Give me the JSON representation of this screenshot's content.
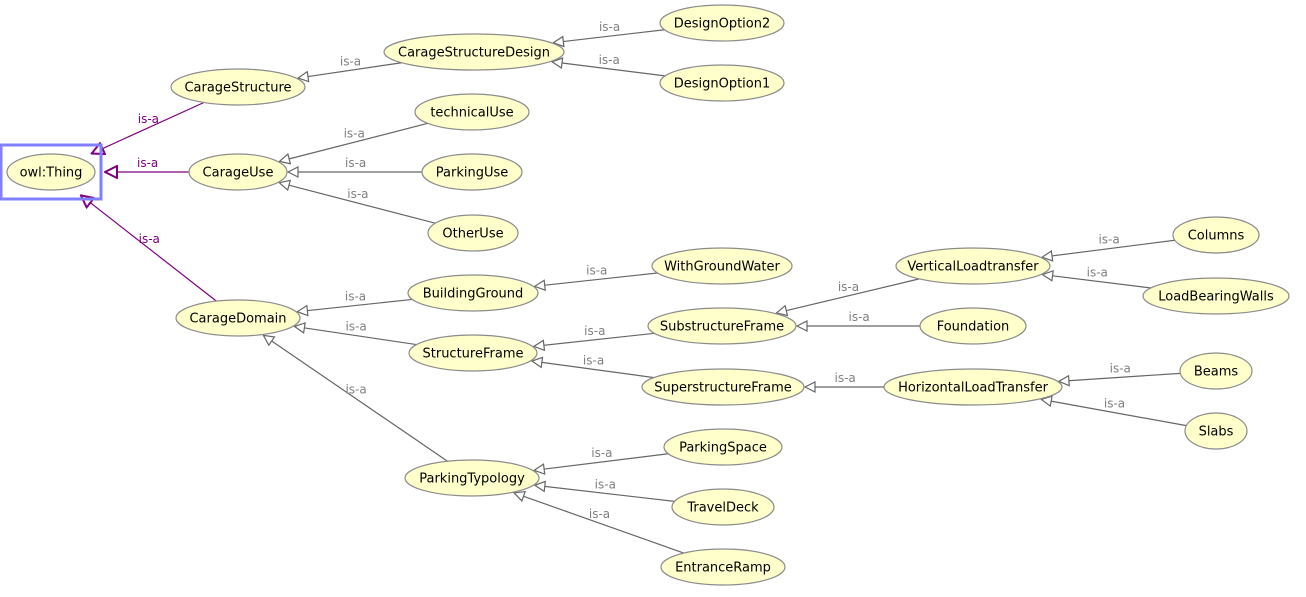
{
  "colors": {
    "node_fill": "#ffffcc",
    "node_stroke": "#8c8c8c",
    "edge_default": "#666666",
    "edge_root": "#800080",
    "label_default": "#808080",
    "label_root": "#800080",
    "selection": "#8080ff"
  },
  "nodes": [
    {
      "id": "thing",
      "label": "owl:Thing",
      "selected": true
    },
    {
      "id": "carageStructure",
      "label": "CarageStructure"
    },
    {
      "id": "carageUse",
      "label": "CarageUse"
    },
    {
      "id": "carageDomain",
      "label": "CarageDomain"
    },
    {
      "id": "carageStructureDesign",
      "label": "CarageStructureDesign"
    },
    {
      "id": "designOption2",
      "label": "DesignOption2"
    },
    {
      "id": "designOption1",
      "label": "DesignOption1"
    },
    {
      "id": "technicalUse",
      "label": "technicalUse"
    },
    {
      "id": "parkingUse",
      "label": "ParkingUse"
    },
    {
      "id": "otherUse",
      "label": "OtherUse"
    },
    {
      "id": "buildingGround",
      "label": "BuildingGround"
    },
    {
      "id": "structureFrame",
      "label": "StructureFrame"
    },
    {
      "id": "parkingTypology",
      "label": "ParkingTypology"
    },
    {
      "id": "withGroundWater",
      "label": "WithGroundWater"
    },
    {
      "id": "substructureFrame",
      "label": "SubstructureFrame"
    },
    {
      "id": "superstructureFrame",
      "label": "SuperstructureFrame"
    },
    {
      "id": "foundation",
      "label": "Foundation"
    },
    {
      "id": "verticalLoadtransfer",
      "label": "VerticalLoadtransfer"
    },
    {
      "id": "horizontalLoadTransfer",
      "label": "HorizontalLoadTransfer"
    },
    {
      "id": "columns",
      "label": "Columns"
    },
    {
      "id": "loadBearingWalls",
      "label": "LoadBearingWalls"
    },
    {
      "id": "beams",
      "label": "Beams"
    },
    {
      "id": "slabs",
      "label": "Slabs"
    },
    {
      "id": "parkingSpace",
      "label": "ParkingSpace"
    },
    {
      "id": "travelDeck",
      "label": "TravelDeck"
    },
    {
      "id": "entranceRamp",
      "label": "EntranceRamp"
    }
  ],
  "edges": [
    {
      "from": "carageStructure",
      "to": "thing",
      "label": "is-a",
      "root": true
    },
    {
      "from": "carageUse",
      "to": "thing",
      "label": "is-a",
      "root": true
    },
    {
      "from": "carageDomain",
      "to": "thing",
      "label": "is-a",
      "root": true
    },
    {
      "from": "carageStructureDesign",
      "to": "carageStructure",
      "label": "is-a"
    },
    {
      "from": "designOption2",
      "to": "carageStructureDesign",
      "label": "is-a"
    },
    {
      "from": "designOption1",
      "to": "carageStructureDesign",
      "label": "is-a"
    },
    {
      "from": "technicalUse",
      "to": "carageUse",
      "label": "is-a"
    },
    {
      "from": "parkingUse",
      "to": "carageUse",
      "label": "is-a"
    },
    {
      "from": "otherUse",
      "to": "carageUse",
      "label": "is-a"
    },
    {
      "from": "buildingGround",
      "to": "carageDomain",
      "label": "is-a"
    },
    {
      "from": "structureFrame",
      "to": "carageDomain",
      "label": "is-a"
    },
    {
      "from": "parkingTypology",
      "to": "carageDomain",
      "label": "is-a"
    },
    {
      "from": "withGroundWater",
      "to": "buildingGround",
      "label": "is-a"
    },
    {
      "from": "substructureFrame",
      "to": "structureFrame",
      "label": "is-a"
    },
    {
      "from": "superstructureFrame",
      "to": "structureFrame",
      "label": "is-a"
    },
    {
      "from": "verticalLoadtransfer",
      "to": "substructureFrame",
      "label": "is-a"
    },
    {
      "from": "foundation",
      "to": "substructureFrame",
      "label": "is-a"
    },
    {
      "from": "horizontalLoadTransfer",
      "to": "superstructureFrame",
      "label": "is-a"
    },
    {
      "from": "columns",
      "to": "verticalLoadtransfer",
      "label": "is-a"
    },
    {
      "from": "loadBearingWalls",
      "to": "verticalLoadtransfer",
      "label": "is-a"
    },
    {
      "from": "beams",
      "to": "horizontalLoadTransfer",
      "label": "is-a"
    },
    {
      "from": "slabs",
      "to": "horizontalLoadTransfer",
      "label": "is-a"
    },
    {
      "from": "parkingSpace",
      "to": "parkingTypology",
      "label": "is-a"
    },
    {
      "from": "travelDeck",
      "to": "parkingTypology",
      "label": "is-a"
    },
    {
      "from": "entranceRamp",
      "to": "parkingTypology",
      "label": "is-a"
    }
  ]
}
